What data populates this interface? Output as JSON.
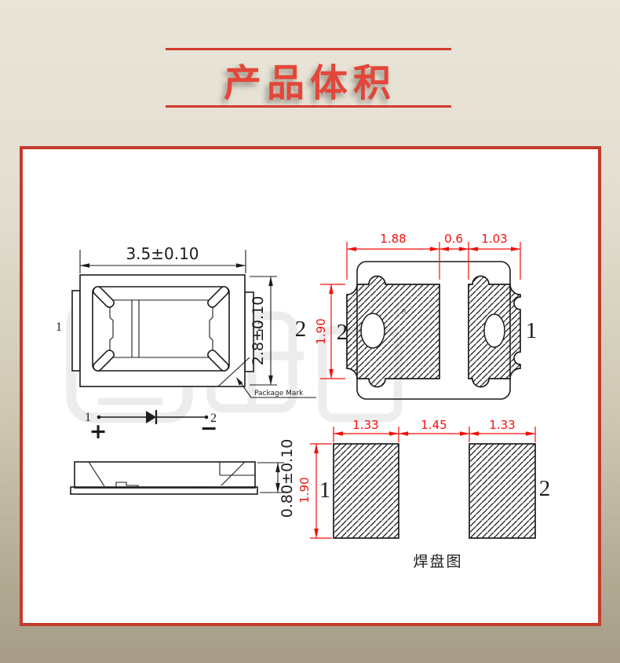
{
  "header": {
    "title": "产品体积"
  },
  "drawing": {
    "top_view": {
      "width_dim": "3.5±0.10",
      "height_dim": "2.8±0.10",
      "pin1": "1",
      "pin2_inner": "2",
      "pin2_outer": "2",
      "package_mark": "Package Mark"
    },
    "polarity": {
      "pin1": "1",
      "pin2": "2",
      "plus": "+",
      "minus": "−"
    },
    "side_view": {
      "thickness_dim": "0.80±0.10"
    },
    "pad_layout_top": {
      "dim_pad2_width": "1.88",
      "dim_gap": "0.6",
      "dim_pad1_width": "1.03",
      "dim_height": "1.90",
      "pin2": "2",
      "pin1": "1"
    },
    "pad_layout_bottom": {
      "dim_pad1_width": "1.33",
      "dim_gap": "1.45",
      "dim_pad2_width": "1.33",
      "dim_height": "1.90",
      "pin1": "1",
      "pin2": "2",
      "caption": "焊盘图"
    }
  },
  "colors": {
    "accent_red": "#d23b2c",
    "title_red": "#e2473a",
    "dimension_red": "#f50f0a",
    "line_black": "#1c1c1c",
    "panel_border": "#c43b2c"
  }
}
